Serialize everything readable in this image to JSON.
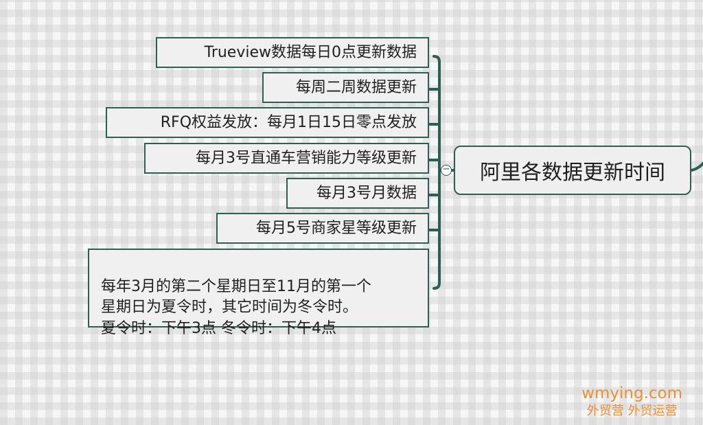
{
  "central_topic": {
    "title": "阿里各数据更新时间"
  },
  "subtopics": [
    {
      "label": "Trueview数据每日0点更新数据"
    },
    {
      "label": "每周二周数据更新"
    },
    {
      "label": "RFQ权益发放：每月1日15日零点发放"
    },
    {
      "label": "每月3号直通车营销能力等级更新"
    },
    {
      "label": "每月3号月数据"
    },
    {
      "label": "每月5号商家星等级更新"
    },
    {
      "label": "每年3月的第二个星期日至11月的第一个\n星期日为夏令时，其它时间为冬令时。\n夏令时：下午3点   冬令时：下午4点"
    }
  ],
  "collapse_control": {
    "symbol": "−"
  },
  "watermark": {
    "url": "wmying.com",
    "text": "外贸营 外贸运营"
  },
  "colors": {
    "border": "#2d5e52",
    "topic_fill": "#f0f0f0",
    "watermark": "#e8913a"
  }
}
